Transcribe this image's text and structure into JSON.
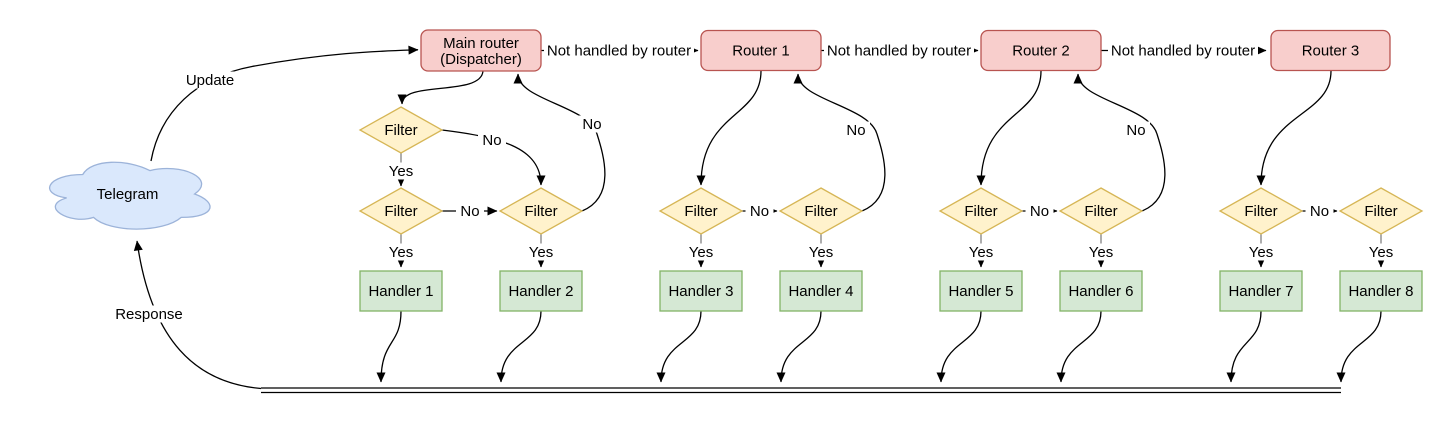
{
  "diagram": {
    "cloud": {
      "label": "Telegram"
    },
    "routers": [
      {
        "lines": [
          "Main router",
          "(Dispatcher)"
        ]
      },
      {
        "lines": [
          "Router 1"
        ]
      },
      {
        "lines": [
          "Router 2"
        ]
      },
      {
        "lines": [
          "Router 3"
        ]
      }
    ],
    "filters": [
      "Filter",
      "Filter",
      "Filter",
      "Filter",
      "Filter",
      "Filter",
      "Filter",
      "Filter",
      "Filter"
    ],
    "handlers": [
      "Handler 1",
      "Handler 2",
      "Handler 3",
      "Handler 4",
      "Handler 5",
      "Handler 6",
      "Handler 7",
      "Handler 8"
    ],
    "edge_labels": {
      "update": "Update",
      "response": "Response",
      "not_handled": [
        "Not handled by router",
        "Not handled by router",
        "Not handled by router"
      ],
      "yes": [
        "Yes",
        "Yes",
        "Yes",
        "Yes",
        "Yes",
        "Yes",
        "Yes",
        "Yes",
        "Yes"
      ],
      "no": [
        "No",
        "No",
        "No",
        "No",
        "No",
        "No",
        "No",
        "No"
      ]
    },
    "colors": {
      "router_fill": "#f8cecc",
      "router_stroke": "#b85450",
      "filter_fill": "#fff2cc",
      "filter_stroke": "#d6b656",
      "handler_fill": "#d5e8d4",
      "handler_stroke": "#82b366",
      "cloud_fill": "#dae8fc",
      "cloud_stroke": "#9cb3d9",
      "edge": "#000000",
      "connector_stub": "#999999",
      "label_bg": "#ffffff",
      "text": "#000000",
      "background": "#ffffff"
    }
  }
}
